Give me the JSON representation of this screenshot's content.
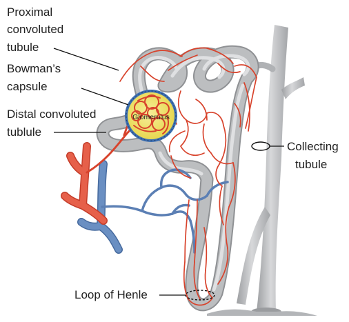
{
  "labels": {
    "proximal_line1": "Proximal",
    "proximal_line2": "convoluted",
    "proximal_line3": "tubule",
    "bowman_line1": "Bowman’s",
    "bowman_line2": "capsule",
    "distal_line1": "Distal convoluted",
    "distal_line2": "tublule",
    "glomerulus": "Glomerulus",
    "collecting_line1": "Collecting",
    "collecting_line2": "tubule",
    "loop_of_henle": "Loop of Henle"
  },
  "colors": {
    "tubule": "#b9bbbd",
    "tubule_shade": "#8f9194",
    "artery": "#e2533d",
    "vein": "#5b7fb4",
    "capillary": "#d8432c",
    "capsule_fill": "#f0e46a",
    "capsule_rim": "#3d6fb0"
  }
}
